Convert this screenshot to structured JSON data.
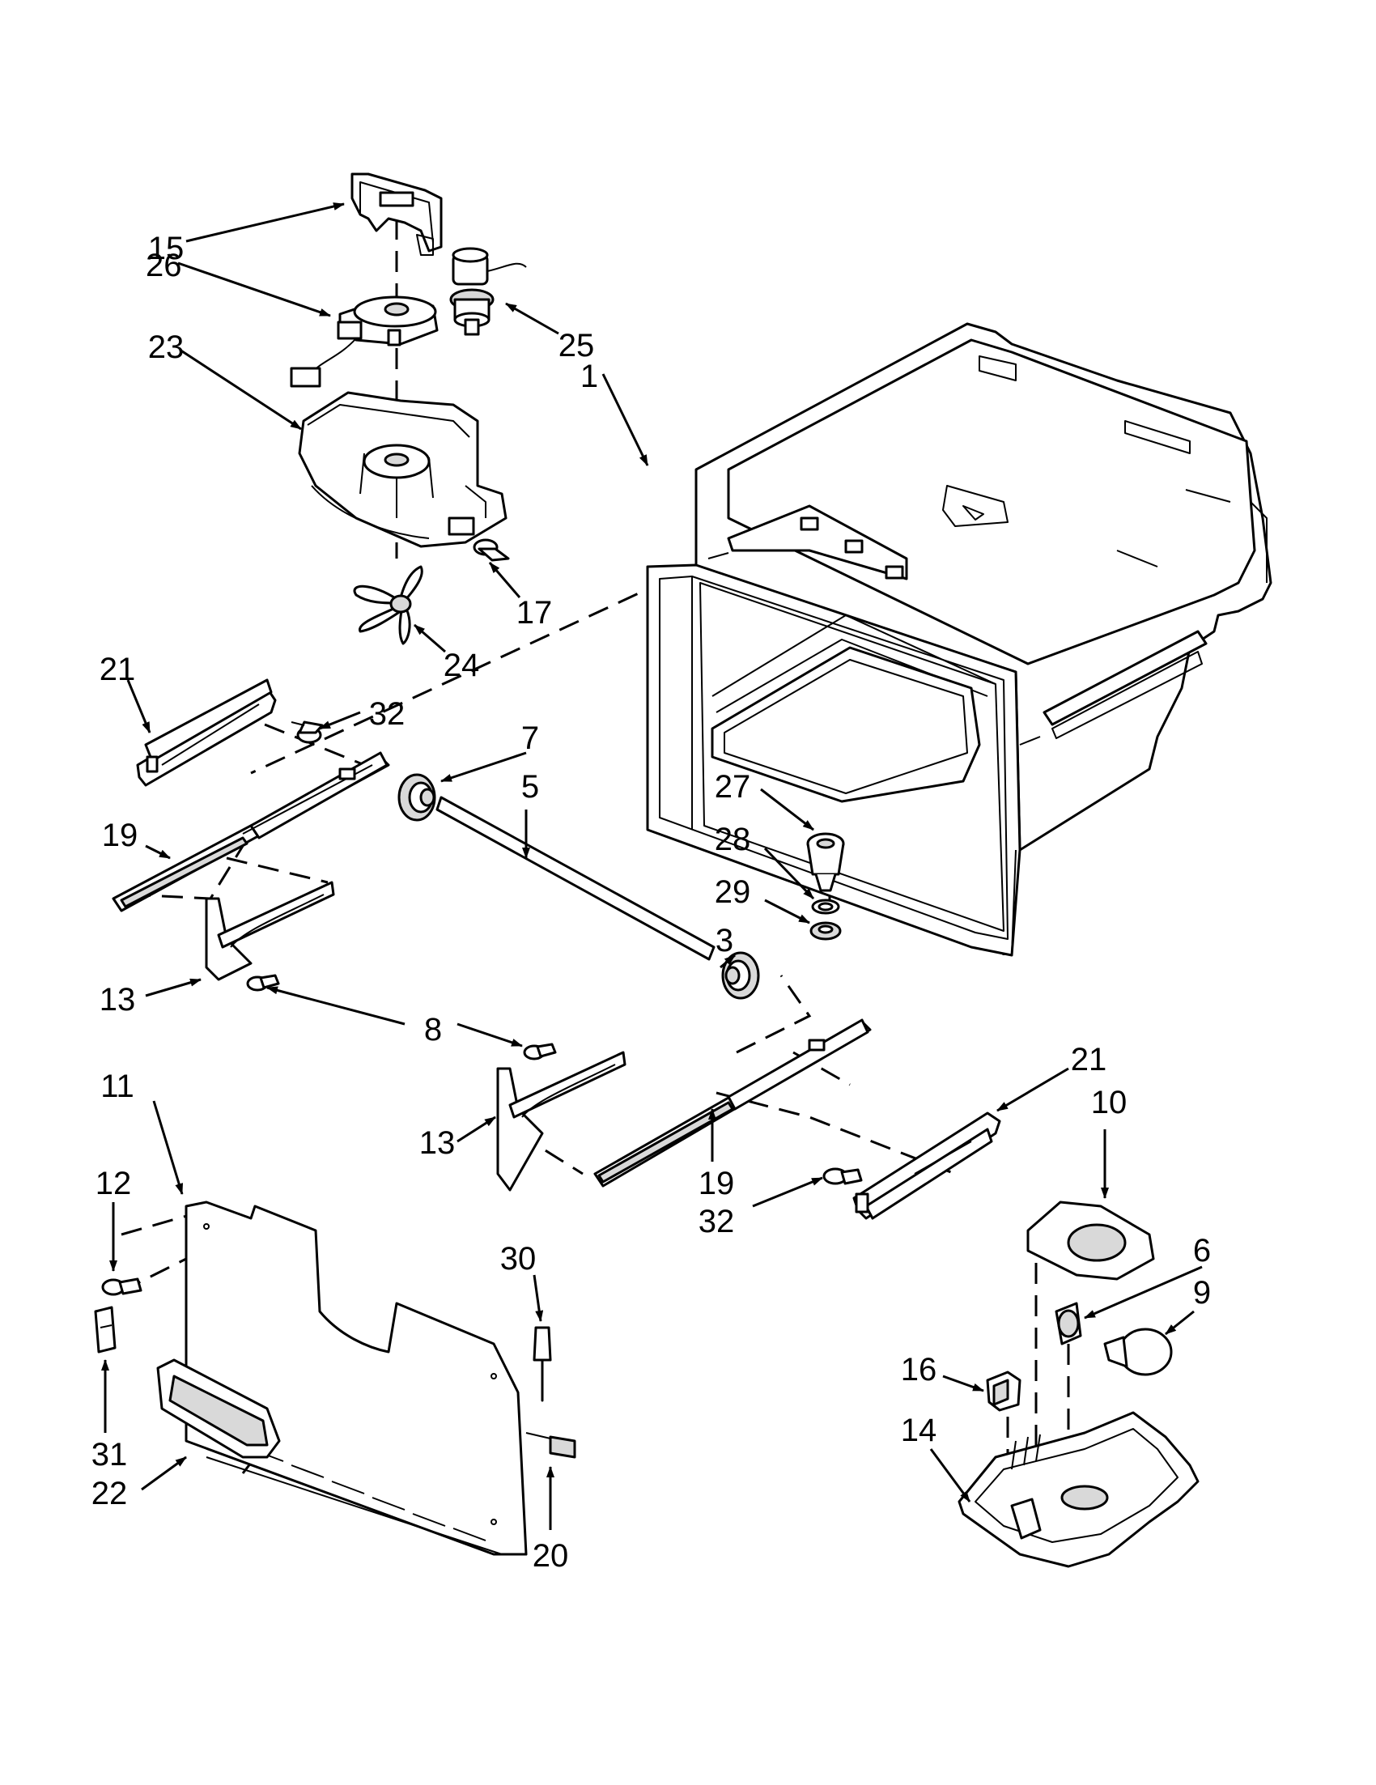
{
  "diagram": {
    "callouts": {
      "c1": "1",
      "c3": "3",
      "c5": "5",
      "c6": "6",
      "c7": "7",
      "c8": "8",
      "c9": "9",
      "c10": "10",
      "c11": "11",
      "c12": "12",
      "c13a": "13",
      "c13b": "13",
      "c14": "14",
      "c15": "15",
      "c16": "16",
      "c17": "17",
      "c19a": "19",
      "c19b": "19",
      "c20": "20",
      "c21a": "21",
      "c21b": "21",
      "c22": "22",
      "c23": "23",
      "c24": "24",
      "c25": "25",
      "c26": "26",
      "c27": "27",
      "c28": "28",
      "c29": "29",
      "c30": "30",
      "c31": "31",
      "c32a": "32",
      "c32b": "32"
    }
  }
}
